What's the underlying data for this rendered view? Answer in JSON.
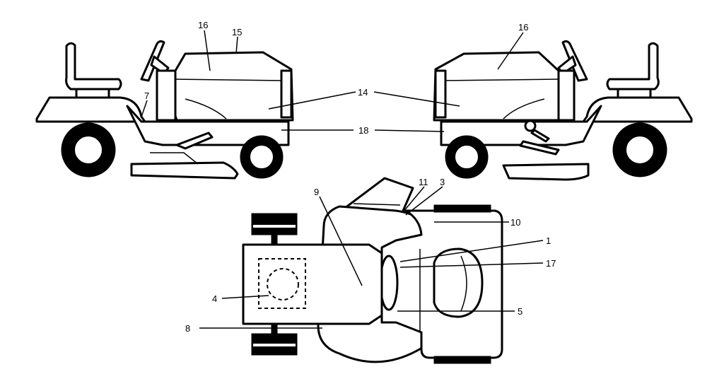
{
  "diagram": {
    "title": "",
    "callouts": {
      "c16_left": "16",
      "c15": "15",
      "c16_right": "16",
      "c7": "7",
      "c14": "14",
      "c18": "18",
      "c11": "11",
      "c3": "3",
      "c9": "9",
      "c10": "10",
      "c1": "1",
      "c17": "17",
      "c4": "4",
      "c5": "5",
      "c8": "8"
    }
  }
}
